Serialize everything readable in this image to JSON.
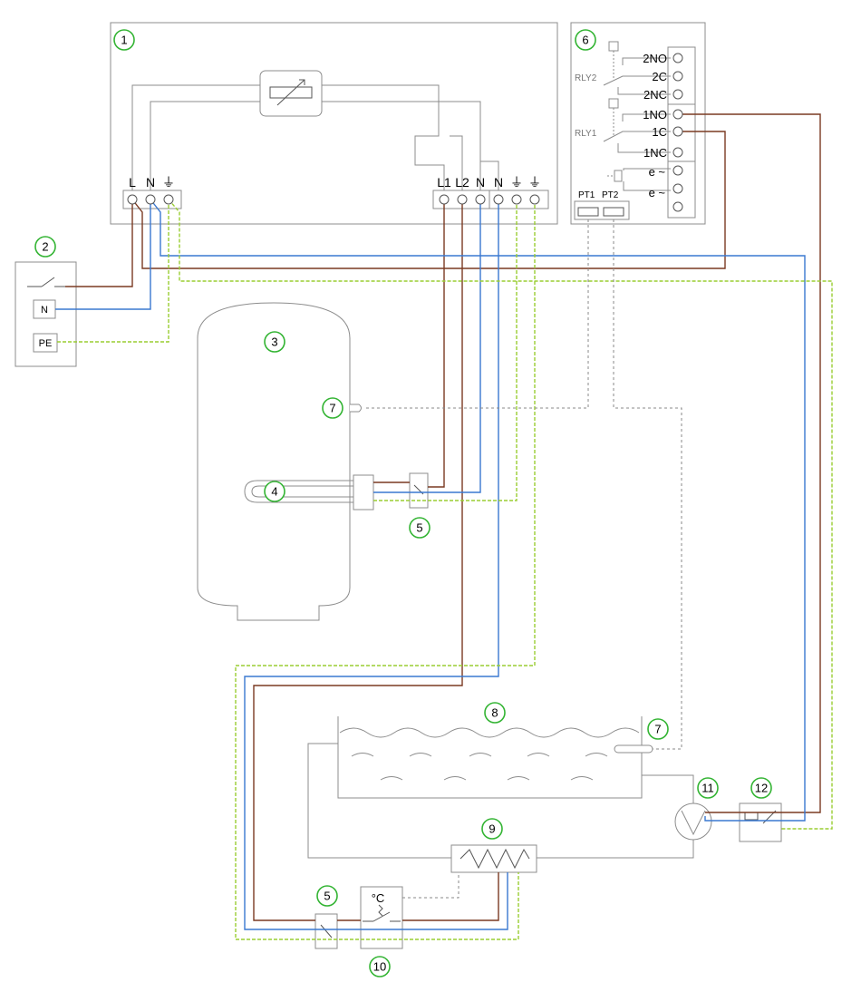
{
  "colors": {
    "live": "#7a3a22",
    "neutral": "#3a78d0",
    "earth": "#9acd32",
    "badge": "#33b433",
    "outline": "#8c8c8c",
    "sensor": "#777777"
  },
  "badges": [
    "1",
    "2",
    "3",
    "4",
    "5",
    "5",
    "6",
    "7",
    "7",
    "8",
    "9",
    "10",
    "11",
    "12"
  ],
  "controller": {
    "supply_terminals": [
      "L",
      "N",
      "⏚"
    ],
    "output_terminals": [
      "L1",
      "L2",
      "N",
      "N",
      "⏚",
      "⏚"
    ]
  },
  "isolator": {
    "n_label": "N",
    "pe_label": "PE"
  },
  "relay_board": {
    "rly2_label": "RLY2",
    "rly1_label": "RLY1",
    "pt1_label": "PT1",
    "pt2_label": "PT2",
    "terminals": [
      "2NO",
      "2C",
      "2NC",
      "1NO",
      "1C",
      "1NC",
      "e ~",
      "e ~"
    ]
  },
  "room_thermostat": {
    "unit_label": "°C"
  }
}
